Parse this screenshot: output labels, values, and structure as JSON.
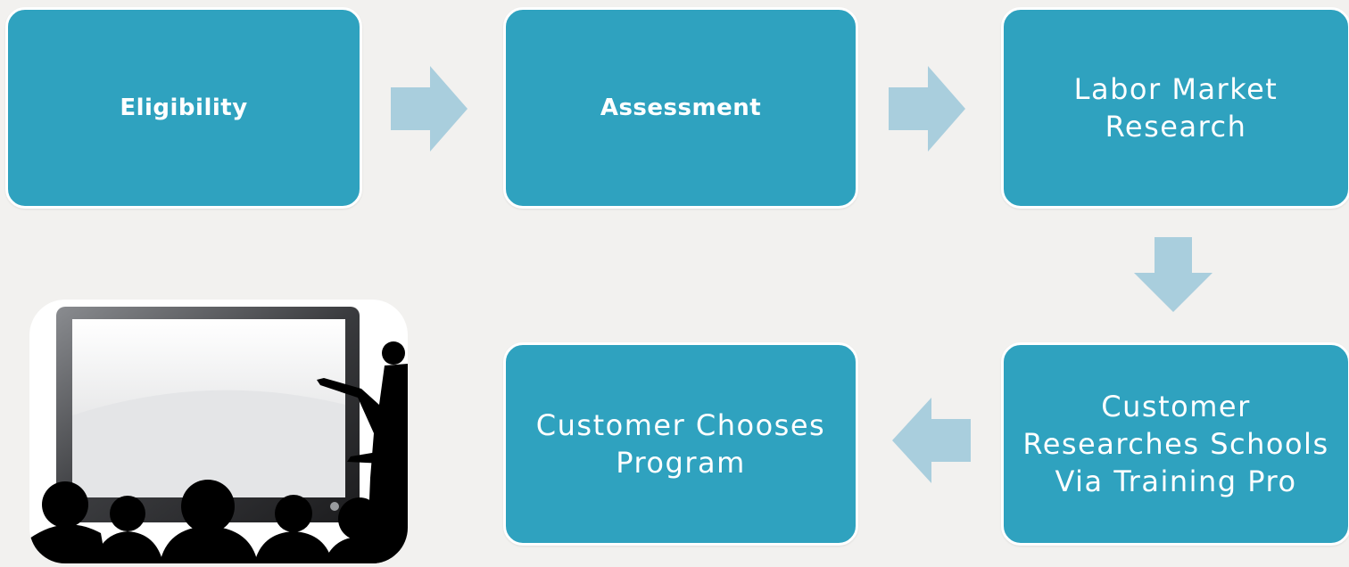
{
  "diagram": {
    "steps": [
      {
        "label": "Eligibility"
      },
      {
        "label": "Assessment"
      },
      {
        "label": "Labor Market Research"
      },
      {
        "label": "Customer Researches Schools Via Training Pro"
      },
      {
        "label": "Customer Chooses Program"
      }
    ]
  },
  "colors": {
    "box_fill": "#2fa2bf",
    "box_border": "#ffffff",
    "arrow": "#a9cedd",
    "background": "#f2f1ef"
  },
  "illustration": {
    "icon": "presentation-audience-icon"
  }
}
